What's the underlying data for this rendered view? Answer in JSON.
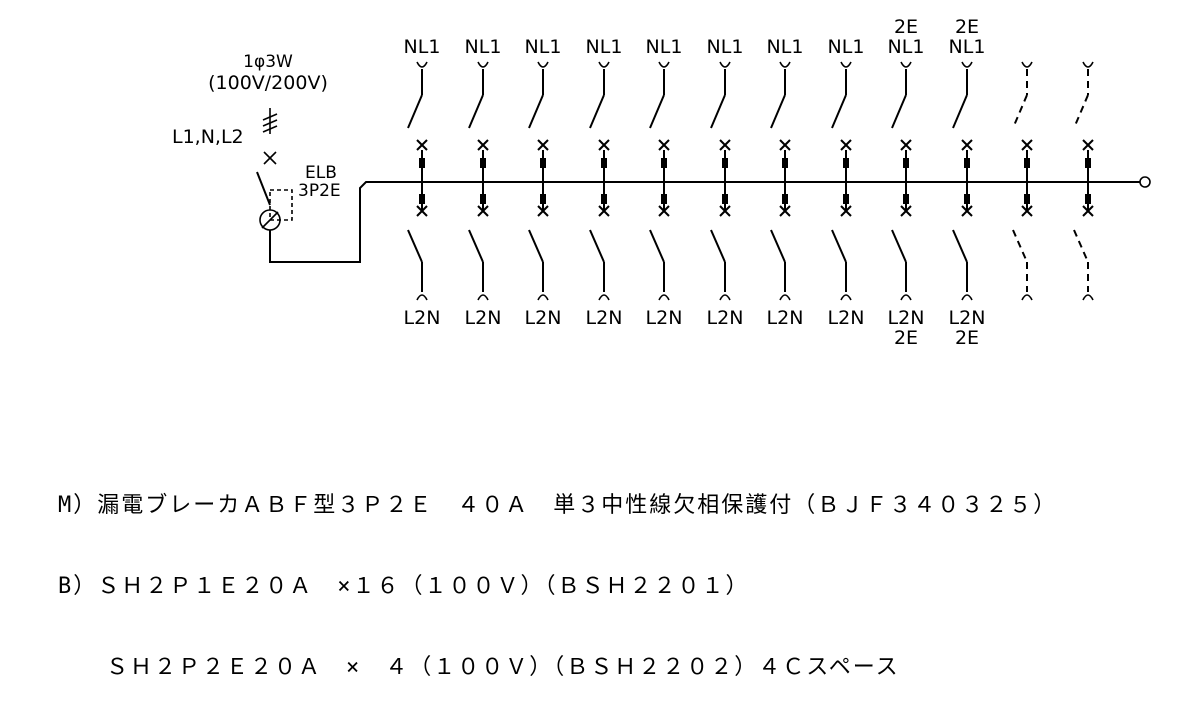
{
  "supply": {
    "phase": "1φ3W",
    "voltage": "(100V/200V)",
    "lines": "L1,N,L2"
  },
  "main_breaker": {
    "type": "ELB",
    "poles": "3P2E"
  },
  "branches": [
    {
      "top": [
        "NL1"
      ],
      "bottom": [
        "L2N"
      ],
      "spare": false
    },
    {
      "top": [
        "NL1"
      ],
      "bottom": [
        "L2N"
      ],
      "spare": false
    },
    {
      "top": [
        "NL1"
      ],
      "bottom": [
        "L2N"
      ],
      "spare": false
    },
    {
      "top": [
        "NL1"
      ],
      "bottom": [
        "L2N"
      ],
      "spare": false
    },
    {
      "top": [
        "NL1"
      ],
      "bottom": [
        "L2N"
      ],
      "spare": false
    },
    {
      "top": [
        "NL1"
      ],
      "bottom": [
        "L2N"
      ],
      "spare": false
    },
    {
      "top": [
        "NL1"
      ],
      "bottom": [
        "L2N"
      ],
      "spare": false
    },
    {
      "top": [
        "NL1"
      ],
      "bottom": [
        "L2N"
      ],
      "spare": false
    },
    {
      "top": [
        "2E",
        "NL1"
      ],
      "bottom": [
        "L2N",
        "2E"
      ],
      "spare": false
    },
    {
      "top": [
        "2E",
        "NL1"
      ],
      "bottom": [
        "L2N",
        "2E"
      ],
      "spare": false
    },
    {
      "top": [],
      "bottom": [],
      "spare": true
    },
    {
      "top": [],
      "bottom": [],
      "spare": true
    }
  ],
  "spec_lines": [
    "M）漏電ブレーカＡＢＦ型３Ｐ２Ｅ　４０Ａ　単３中性線欠相保護付（ＢＪＦ３４０３２５）",
    "B）ＳＨ２Ｐ１Ｅ２０Ａ　×１６（１００Ｖ）（ＢＳＨ２２０１）",
    "　　ＳＨ２Ｐ２Ｅ２０Ａ　×　４（１００Ｖ）（ＢＳＨ２２０２）４Ｃスペース"
  ]
}
